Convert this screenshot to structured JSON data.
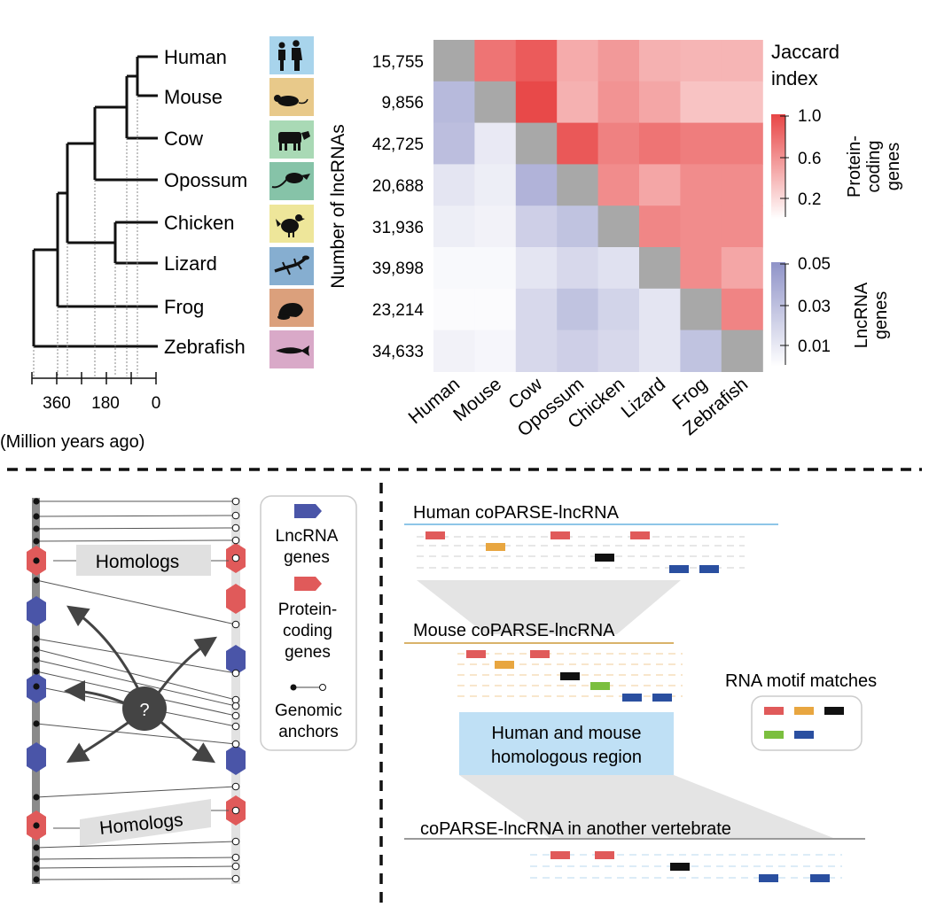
{
  "colors": {
    "protein": "#e05a5a",
    "lncrna": "#4a55a8",
    "diagonal": "#a8a8a8",
    "line_human": "#8ec6e8",
    "line_mouse": "#d9b36a",
    "line_other": "#9a9a9a",
    "motif_red": "#e05a5a",
    "motif_orange": "#e8a640",
    "motif_black": "#111111",
    "motif_green": "#7bbf3e",
    "motif_blue": "#2a4fa0",
    "region_fill": "#bfe0f5"
  },
  "tree": {
    "species": [
      {
        "name": "Human",
        "icon": "human-icon",
        "icon_color": "#a8d4ec"
      },
      {
        "name": "Mouse",
        "icon": "mouse-icon",
        "icon_color": "#e8c98a"
      },
      {
        "name": "Cow",
        "icon": "cow-icon",
        "icon_color": "#a9d9b5"
      },
      {
        "name": "Opossum",
        "icon": "opossum-icon",
        "icon_color": "#86c3a8"
      },
      {
        "name": "Chicken",
        "icon": "chicken-icon",
        "icon_color": "#eee69a"
      },
      {
        "name": "Lizard",
        "icon": "lizard-icon",
        "icon_color": "#86aed0"
      },
      {
        "name": "Frog",
        "icon": "frog-icon",
        "icon_color": "#dba07c"
      },
      {
        "name": "Zebrafish",
        "icon": "zebrafish-icon",
        "icon_color": "#d9a9c8"
      }
    ],
    "axis_ticks": [
      "360",
      "180",
      "0"
    ],
    "axis_label": "(Million years ago)"
  },
  "heatmap": {
    "ylabel": "Number of lncRNAs",
    "counts": [
      "15,755",
      "9,856",
      "42,725",
      "20,688",
      "31,936",
      "39,898",
      "23,214",
      "34,633"
    ],
    "columns": [
      "Human",
      "Mouse",
      "Cow",
      "Opossum",
      "Chicken",
      "Lizard",
      "Frog",
      "Zebrafish"
    ],
    "upper_protein": [
      [
        null,
        0.75,
        0.88,
        0.45,
        0.55,
        0.42,
        0.4,
        0.4
      ],
      [
        null,
        null,
        0.98,
        0.42,
        0.58,
        0.48,
        0.32,
        0.32
      ],
      [
        null,
        null,
        null,
        0.9,
        0.68,
        0.75,
        0.7,
        0.7
      ],
      [
        null,
        null,
        null,
        null,
        0.62,
        0.48,
        0.62,
        0.62
      ],
      [
        null,
        null,
        null,
        null,
        null,
        0.65,
        0.62,
        0.62
      ],
      [
        null,
        null,
        null,
        null,
        null,
        null,
        0.62,
        0.48
      ],
      [
        null,
        null,
        null,
        null,
        null,
        null,
        null,
        0.66
      ]
    ],
    "lower_lncrna": [
      [],
      [
        0.032
      ],
      [
        0.03,
        0.01
      ],
      [
        0.012,
        0.008,
        0.035
      ],
      [
        0.008,
        0.006,
        0.022,
        0.028
      ],
      [
        0.003,
        0.003,
        0.012,
        0.018,
        0.014
      ],
      [
        0.002,
        0.002,
        0.018,
        0.028,
        0.02,
        0.012
      ],
      [
        0.006,
        0.004,
        0.018,
        0.022,
        0.018,
        0.012,
        0.028
      ]
    ],
    "legend_title_1": "Jaccard",
    "legend_title_2": "index",
    "protein_label_1": "Protein-",
    "protein_label_2": "coding",
    "protein_label_3": "genes",
    "lnc_label_1": "LncRNA",
    "lnc_label_2": "genes",
    "protein_ticks": [
      "1.0",
      "0.6",
      "0.2"
    ],
    "lnc_ticks": [
      "0.05",
      "0.03",
      "0.01"
    ]
  },
  "schema": {
    "homolog_top": "Homologs",
    "homolog_bottom": "Homologs",
    "question": "?",
    "legend": {
      "lnc_1": "LncRNA",
      "lnc_2": "genes",
      "prot_1": "Protein-",
      "prot_2": "coding",
      "prot_3": "genes",
      "anchor_1": "Genomic",
      "anchor_2": "anchors"
    }
  },
  "alignment": {
    "human_title": "Human coPARSE-lncRNA",
    "mouse_title": "Mouse coPARSE-lncRNA",
    "other_title": "coPARSE-lncRNA in another vertebrate",
    "region_1": "Human and mouse",
    "region_2": "homologous region",
    "motif_title": "RNA motif matches"
  }
}
